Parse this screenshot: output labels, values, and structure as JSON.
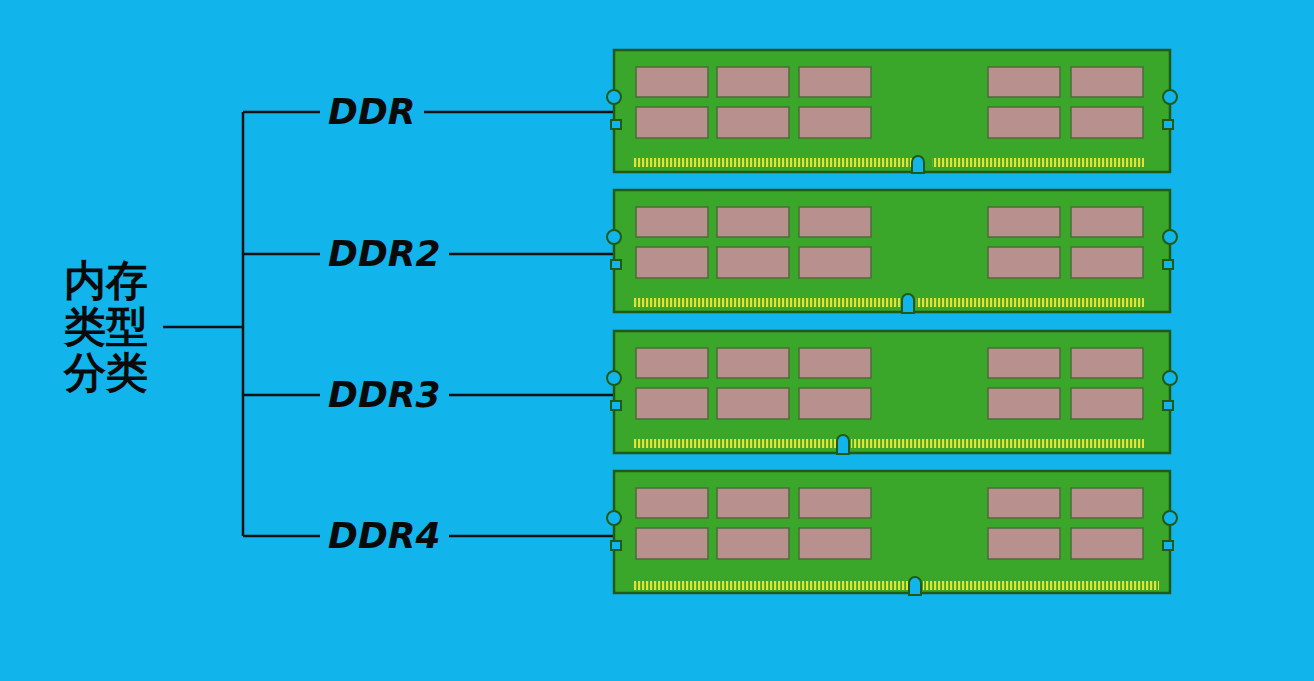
{
  "diagram": {
    "labels": [
      "内存类型分类",
      "DDR",
      "DDR2",
      "DDR3",
      "DDR4"
    ]
  }
}
